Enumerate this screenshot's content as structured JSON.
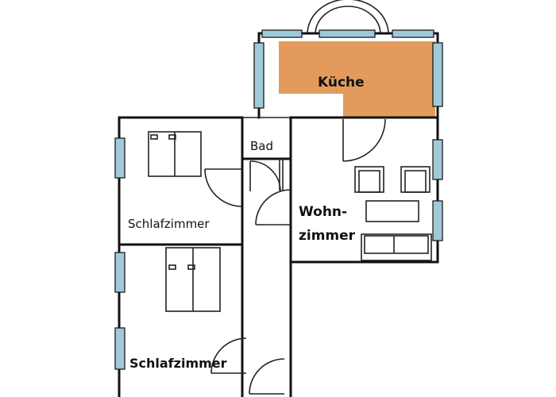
{
  "colors": {
    "kitchen_fill": "#E29B5C",
    "window_fill": "#9FCAD9",
    "wall": "#111111",
    "background": "#FFFFFF"
  },
  "rooms": {
    "kitchen": {
      "label": "Küche"
    },
    "bathroom": {
      "label": "Bad"
    },
    "living_room": {
      "label_line1": "Wohn-",
      "label_line2": "zimmer"
    },
    "bedroom_upper": {
      "label": "Schlafzimmer"
    },
    "bedroom_lower": {
      "label": "Schlafzimmer"
    }
  },
  "icons": [
    "bed-icon",
    "armchair-icon",
    "sofa-icon",
    "table-icon",
    "door-swing-icon",
    "window-icon",
    "bay-window-icon"
  ]
}
